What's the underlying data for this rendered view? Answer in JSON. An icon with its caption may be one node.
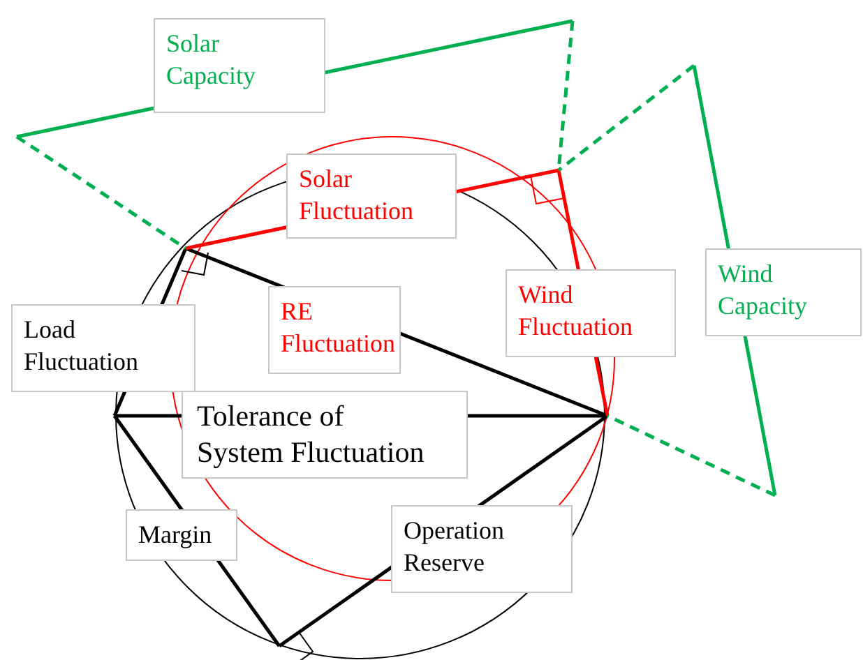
{
  "diagram": {
    "nodes": [
      {
        "text": [
          "Solar Capacity"
        ]
      },
      {
        "text": [
          "Solar Fluctuation"
        ]
      },
      {
        "text": [
          "RE Fluctuation"
        ]
      },
      {
        "text": [
          "Wind Fluctuation"
        ]
      },
      {
        "text": [
          "Wind Capacity"
        ]
      },
      {
        "text": [
          "Load Fluctuation"
        ]
      },
      {
        "text": [
          "Tolerance of System Fluctuation"
        ]
      },
      {
        "text": [
          "Margin"
        ]
      },
      {
        "text": [
          "Operation Reserve"
        ]
      }
    ]
  }
}
